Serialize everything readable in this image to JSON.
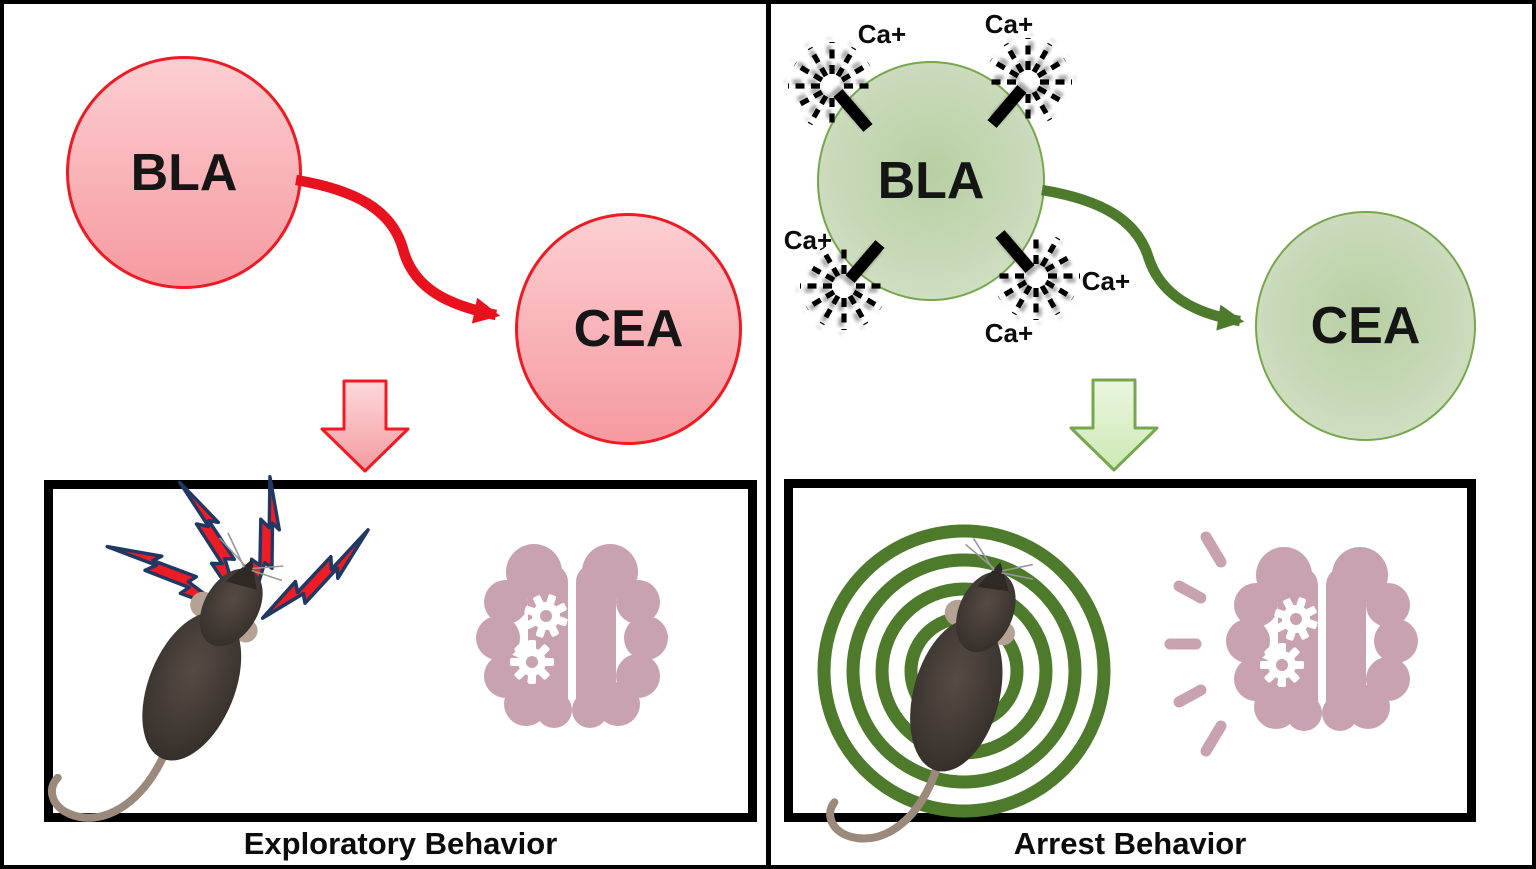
{
  "figure": {
    "left": {
      "bla": "BLA",
      "cea": "CEA",
      "caption": "Exploratory Behavior"
    },
    "right": {
      "bla": "BLA",
      "cea": "CEA",
      "caption": "Arrest Behavior",
      "ca": [
        "Ca+",
        "Ca+",
        "Ca+",
        "Ca+",
        "Ca+"
      ]
    },
    "icons": {
      "calcium-burst-icon": "black spark burst",
      "lightning-bolt-icon": "red jagged bolt",
      "concentric-rings-icon": "green target rings",
      "mouse-image": "top-view mouse",
      "brain-icon": "two-hemisphere brain",
      "gear-icon": "white gear",
      "radiating-rays-icon": "dashes radiating from brain",
      "curved-arrow-icon": "S-curved connector arrow",
      "down-arrow-icon": "block arrow pointing down"
    }
  },
  "colors": {
    "red-border": "#ed1c24",
    "red-arrow": "#e8111e",
    "red-fill-top": "#fccfd2",
    "red-fill-bottom": "#f59aa0",
    "green-border": "#76a74e",
    "green-fill-edge": "#d9e5cc",
    "green-fill-center": "#b7cfa2",
    "green-arrow": "#4e7a2c",
    "ring-green": "#4e7a2c",
    "down-red-top": "#fcd9db",
    "down-red-bottom": "#f59aa0",
    "down-green-top": "#eaf6de",
    "down-green-bottom": "#cde9b5",
    "brain": "#c9a2b2",
    "gear": "#ffffff",
    "bolt-fill": "#ee1c24",
    "bolt-outline": "#1f3864",
    "mouse-dark": "#2e2925",
    "mouse-mid": "#564c44",
    "mouse-tail": "#9b897c",
    "mouse-ear": "#b5a294",
    "ink": "#000000"
  }
}
